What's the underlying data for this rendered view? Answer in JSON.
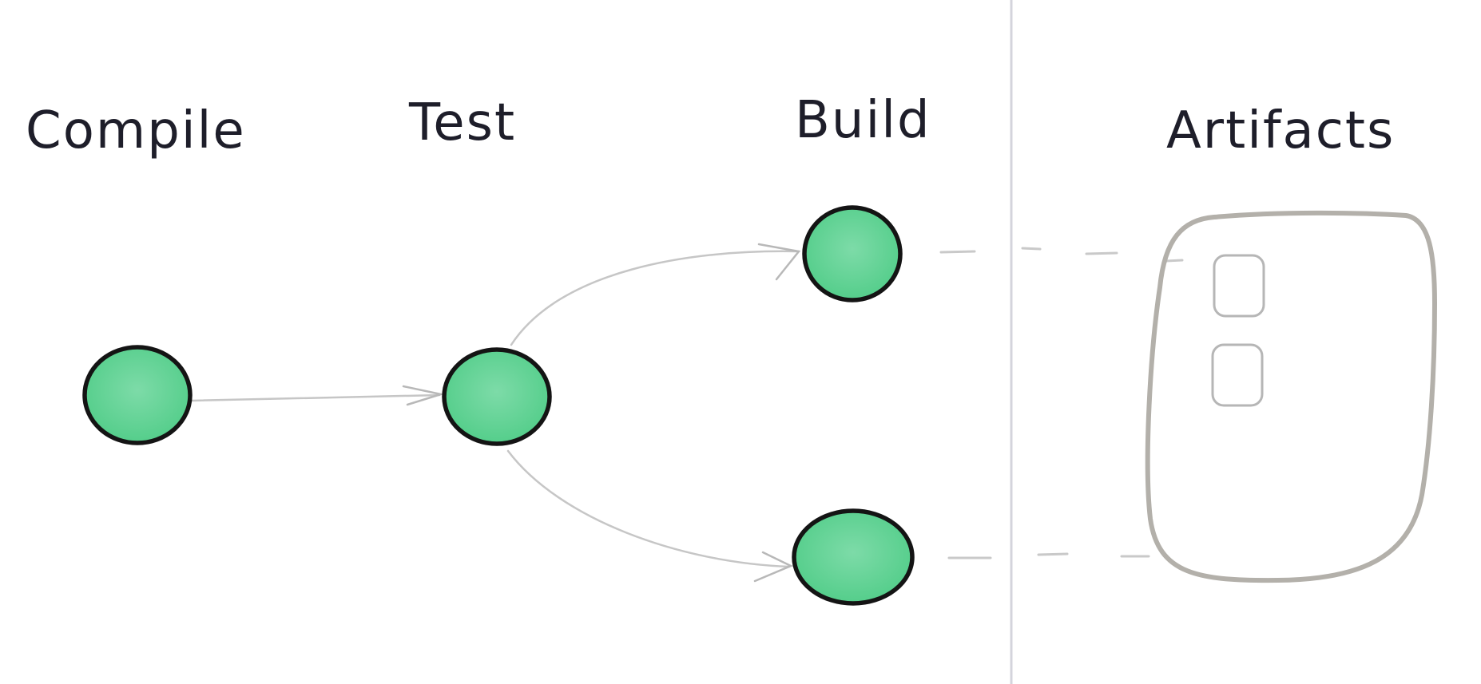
{
  "stages": {
    "compile": "Compile",
    "test": "Test",
    "build": "Build",
    "artifacts": "Artifacts"
  },
  "colors": {
    "node_fill": "#5fd394",
    "node_outline": "#141414",
    "edge": "#c6c6c6",
    "divider": "#d4d4dc",
    "container": "#b3b0aa"
  },
  "nodes": [
    {
      "id": "compile",
      "stage": "Compile"
    },
    {
      "id": "test",
      "stage": "Test"
    },
    {
      "id": "build-1",
      "stage": "Build"
    },
    {
      "id": "build-2",
      "stage": "Build"
    }
  ],
  "edges": [
    {
      "from": "compile",
      "to": "test"
    },
    {
      "from": "test",
      "to": "build-1"
    },
    {
      "from": "test",
      "to": "build-2"
    }
  ],
  "artifact_links": [
    {
      "from": "build-1",
      "to": "artifacts"
    },
    {
      "from": "build-2",
      "to": "artifacts"
    }
  ],
  "artifact_count": 2
}
